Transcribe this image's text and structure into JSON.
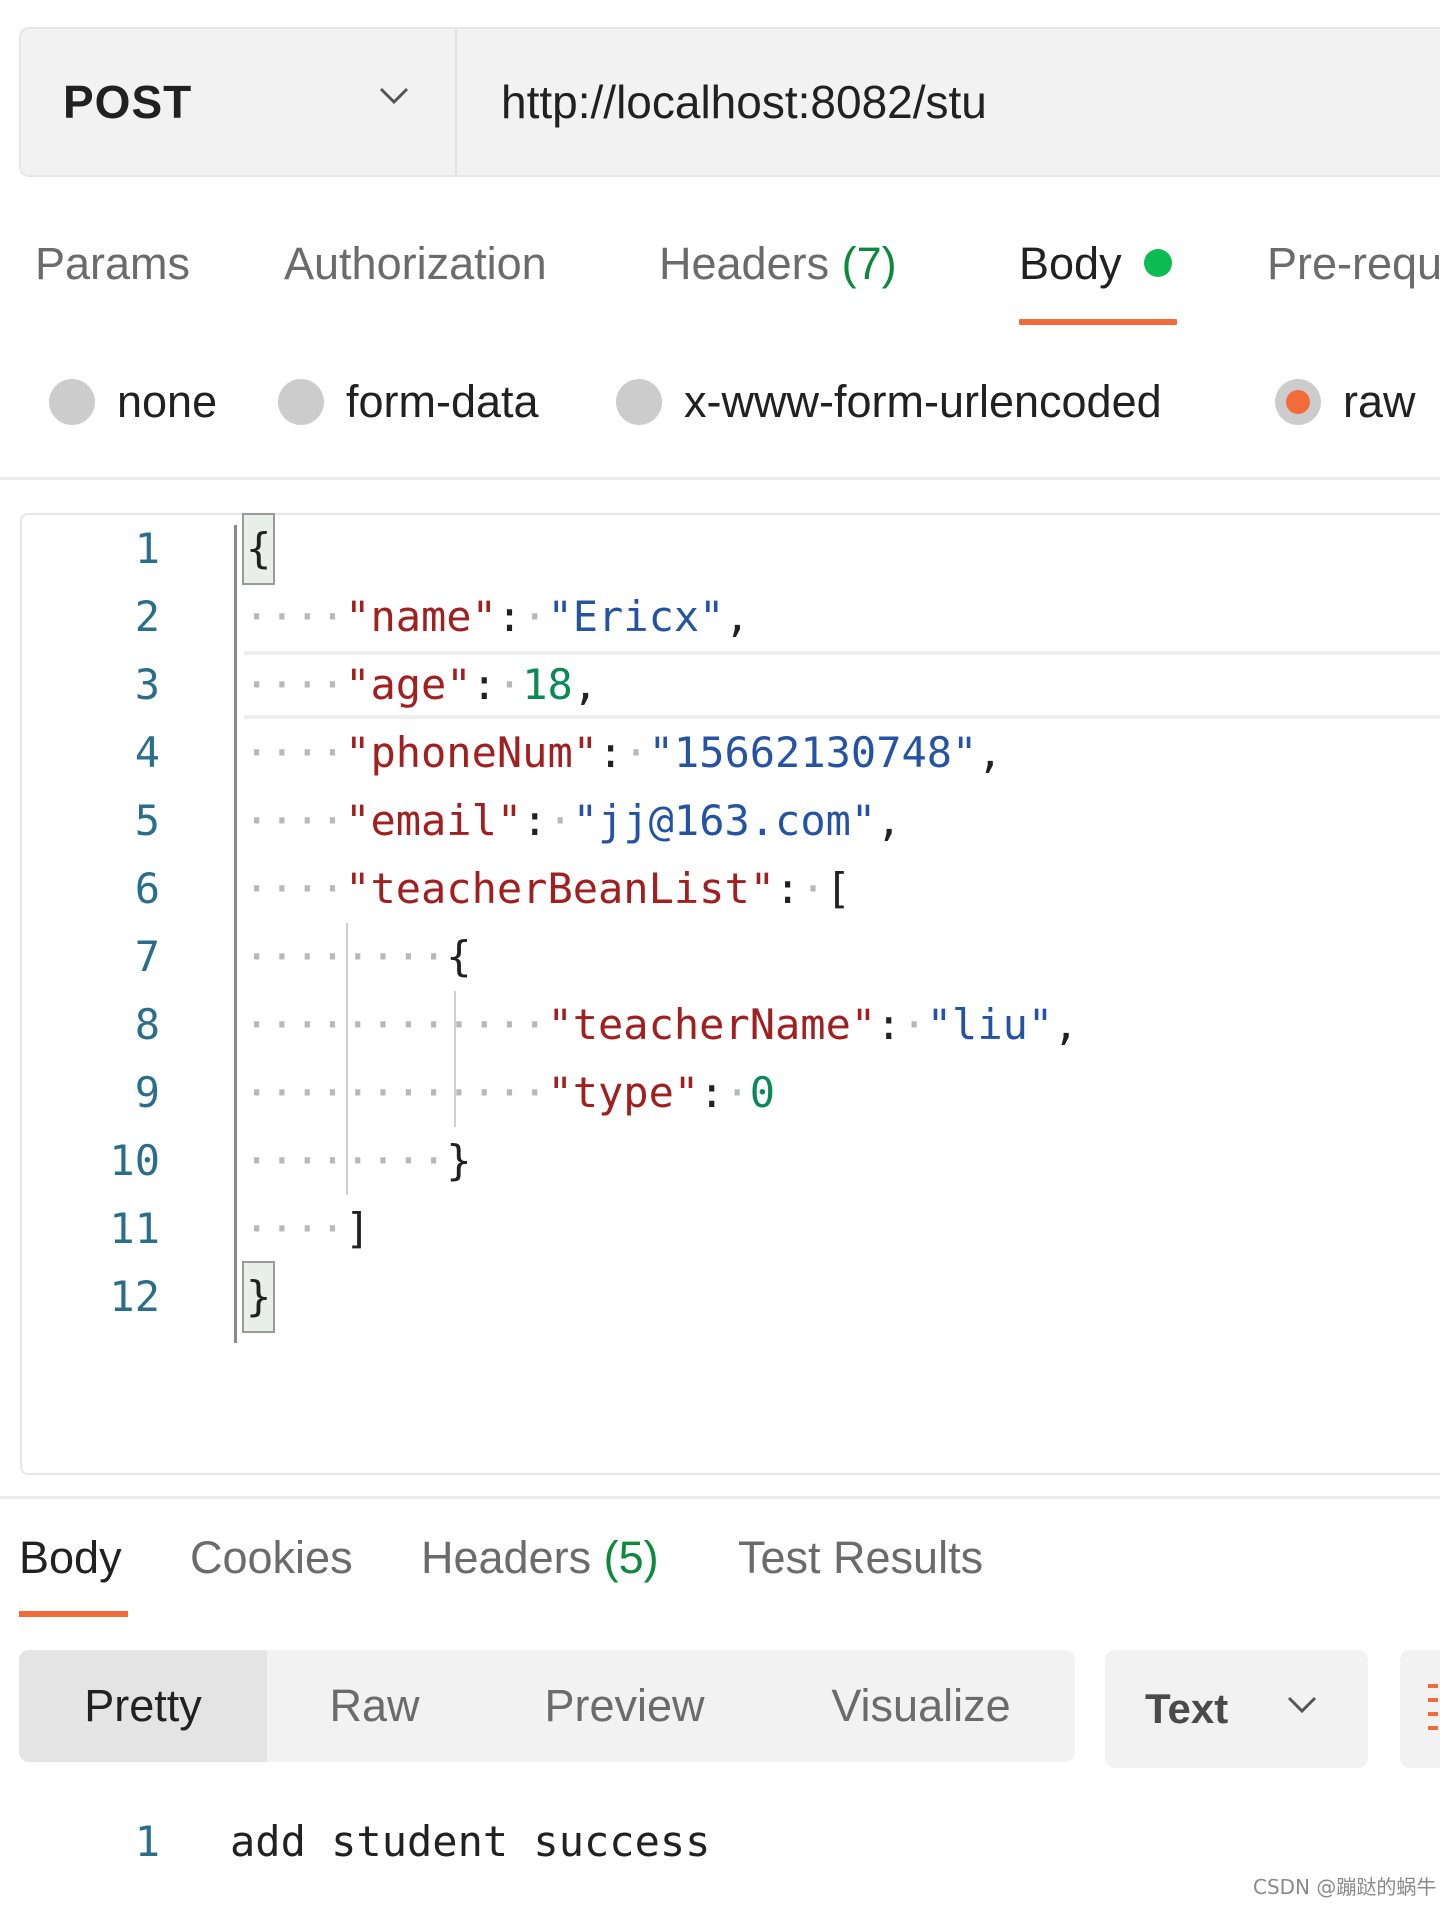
{
  "request": {
    "method": "POST",
    "url": "http://localhost:8082/stu"
  },
  "request_tabs": [
    {
      "label": "Params"
    },
    {
      "label": "Authorization"
    },
    {
      "label": "Headers",
      "count": "(7)"
    },
    {
      "label": "Body"
    },
    {
      "label": "Pre-requ"
    }
  ],
  "body_types": [
    {
      "label": "none",
      "selected": false
    },
    {
      "label": "form-data",
      "selected": false
    },
    {
      "label": "x-www-form-urlencoded",
      "selected": false
    },
    {
      "label": "raw",
      "selected": true
    }
  ],
  "editor": {
    "line_numbers": [
      "1",
      "2",
      "3",
      "4",
      "5",
      "6",
      "7",
      "8",
      "9",
      "10",
      "11",
      "12"
    ],
    "lines": {
      "l1": "{",
      "l2": {
        "key": "\"name\"",
        "value": "\"Ericx\""
      },
      "l3": {
        "key": "\"age\"",
        "value": "18"
      },
      "l4": {
        "key": "\"phoneNum\"",
        "value": "\"15662130748\""
      },
      "l5": {
        "key": "\"email\"",
        "value": "\"jj@163.com\""
      },
      "l6": {
        "key": "\"teacherBeanList\"",
        "value": "["
      },
      "l7": "{",
      "l8": {
        "key": "\"teacherName\"",
        "value": "\"liu\""
      },
      "l9": {
        "key": "\"type\"",
        "value": "0"
      },
      "l10": "}",
      "l11": "]",
      "l12": "}"
    }
  },
  "response_tabs": [
    {
      "label": "Body"
    },
    {
      "label": "Cookies"
    },
    {
      "label": "Headers",
      "count": "(5)"
    },
    {
      "label": "Test Results"
    }
  ],
  "view_modes": [
    "Pretty",
    "Raw",
    "Preview",
    "Visualize"
  ],
  "format": "Text",
  "response": {
    "line_number": "1",
    "text": "add student success"
  },
  "watermark": "CSDN @蹦跶的蜗牛",
  "colors": {
    "accent": "#f26b3a",
    "active_dot": "#0cbb52",
    "count": "#0a8a3a",
    "json_key": "#a11f1f",
    "json_string": "#2453a3",
    "json_number": "#0a8a55"
  }
}
